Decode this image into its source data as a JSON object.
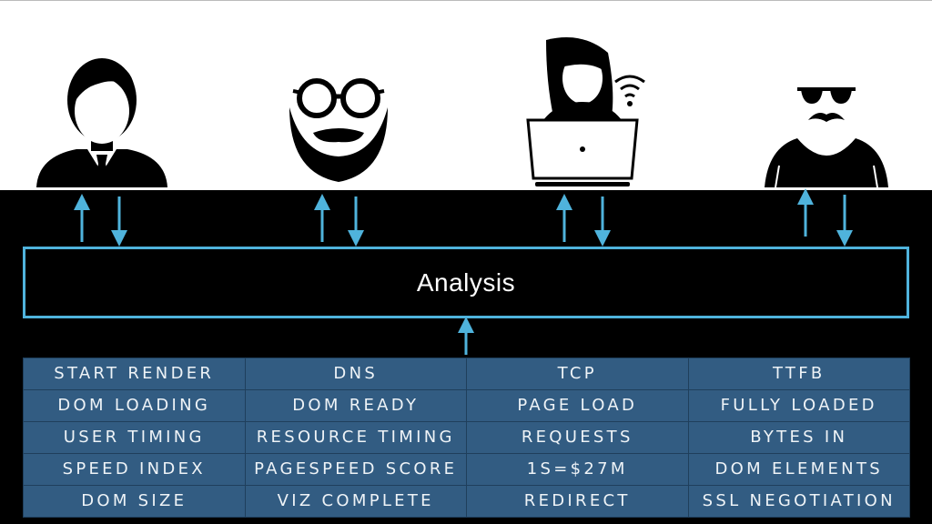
{
  "analysis": {
    "label": "Analysis"
  },
  "personas": [
    {
      "icon": "businessman-icon"
    },
    {
      "icon": "bearded-man-with-glasses-icon"
    },
    {
      "icon": "woman-with-laptop-icon"
    },
    {
      "icon": "man-with-sunglasses-mustache-icon"
    }
  ],
  "colors": {
    "accent": "#4fb3dc",
    "table_bg": "#325c82",
    "table_border": "#1f3f5c"
  },
  "metrics": [
    [
      "START RENDER",
      "DNS",
      "TCP",
      "TTFB"
    ],
    [
      "DOM LOADING",
      "DOM READY",
      "PAGE LOAD",
      "FULLY LOADED"
    ],
    [
      "USER TIMING",
      "RESOURCE TIMING",
      "REQUESTS",
      "BYTES IN"
    ],
    [
      "SPEED INDEX",
      "PAGESPEED SCORE",
      "1S=$27M",
      "DOM ELEMENTS"
    ],
    [
      "DOM SIZE",
      "VIZ COMPLETE",
      "REDIRECT",
      "SSL NEGOTIATION"
    ]
  ]
}
